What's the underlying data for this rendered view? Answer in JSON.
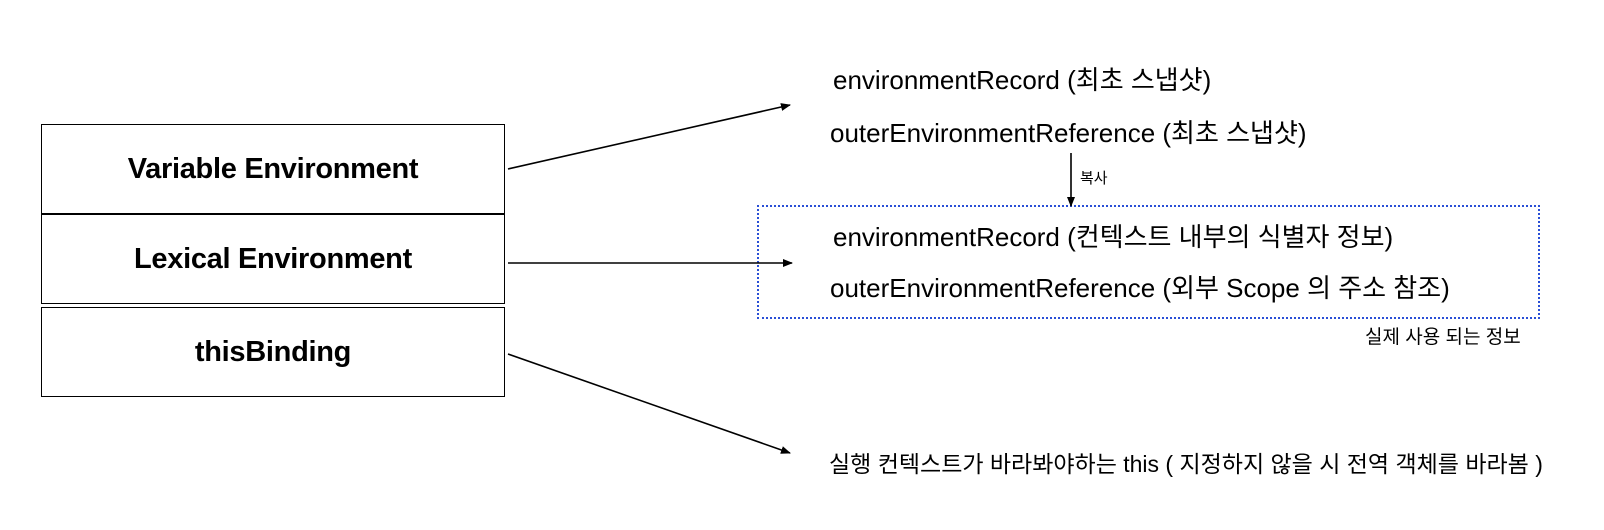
{
  "boxes": {
    "variable_environment": "Variable Environment",
    "lexical_environment": "Lexical Environment",
    "this_binding": "thisBinding"
  },
  "snapshot": {
    "environment_record": "environmentRecord (최초 스냅샷)",
    "outer_reference": "outerEnvironmentReference (최초 스냅샷)"
  },
  "copy_label": "복사",
  "actual": {
    "environment_record": "environmentRecord (컨텍스트 내부의 식별자 정보)",
    "outer_reference": "outerEnvironmentReference (외부 Scope 의 주소 참조)",
    "caption": "실제 사용 되는 정보"
  },
  "this_description": "실행 컨텍스트가 바라봐야하는 this ( 지정하지 않을 시 전역 객체를 바라봄 )",
  "colors": {
    "dotted_border": "#2a4fd6",
    "line": "#000000"
  }
}
